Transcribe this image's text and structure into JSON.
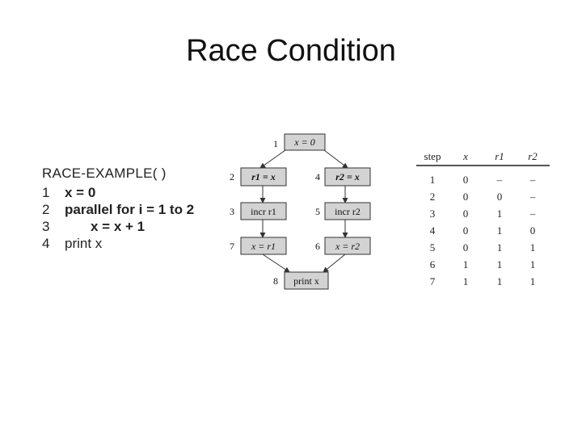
{
  "slide": {
    "title": "Race Condition"
  },
  "code": {
    "proc_name": "RACE-EXAMPLE( )",
    "lines": [
      {
        "num": "1",
        "text": "x = 0"
      },
      {
        "num": "2",
        "text": "parallel for i = 1 to 2"
      },
      {
        "num": "3",
        "text": "x = x + 1"
      },
      {
        "num": "4",
        "text": "print x"
      }
    ]
  },
  "dag": {
    "nodes": [
      {
        "step": "1",
        "label": "x = 0"
      },
      {
        "step": "2",
        "label": "r1 = x"
      },
      {
        "step": "4",
        "label": "r2 = x"
      },
      {
        "step": "3",
        "label": "incr r1"
      },
      {
        "step": "5",
        "label": "incr r2"
      },
      {
        "step": "7",
        "label": "x = r1"
      },
      {
        "step": "6",
        "label": "x = r2"
      },
      {
        "step": "8",
        "label": "print x"
      }
    ]
  },
  "table": {
    "headers": [
      "step",
      "x",
      "r1",
      "r2"
    ],
    "rows": [
      [
        "1",
        "0",
        "–",
        "–"
      ],
      [
        "2",
        "0",
        "0",
        "–"
      ],
      [
        "3",
        "0",
        "1",
        "–"
      ],
      [
        "4",
        "0",
        "1",
        "0"
      ],
      [
        "5",
        "0",
        "1",
        "1"
      ],
      [
        "6",
        "1",
        "1",
        "1"
      ],
      [
        "7",
        "1",
        "1",
        "1"
      ]
    ]
  }
}
